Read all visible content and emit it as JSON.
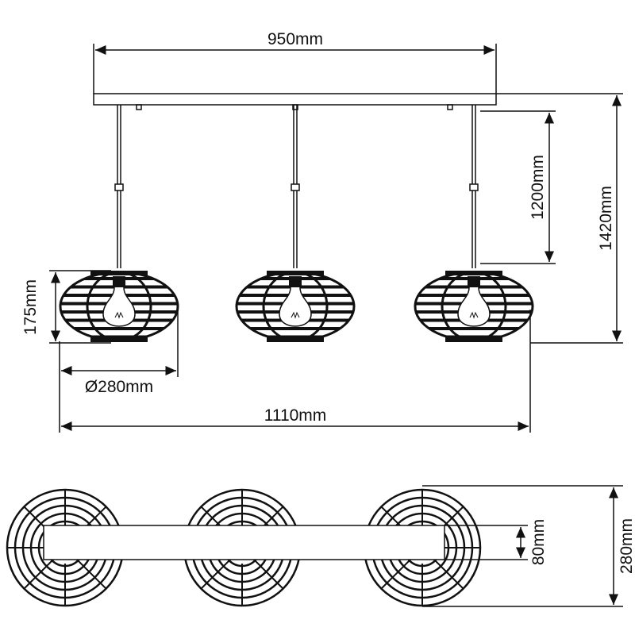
{
  "dimensions": {
    "canopy_width": "950mm",
    "drop_height": "1200mm",
    "total_height": "1420mm",
    "shade_height": "175mm",
    "shade_diameter": "Ø280mm",
    "total_width": "1110mm",
    "canopy_depth": "80mm",
    "shade_depth": "280mm"
  },
  "pendant_count": 3,
  "colors": {
    "line": "#111111",
    "background": "#ffffff"
  }
}
